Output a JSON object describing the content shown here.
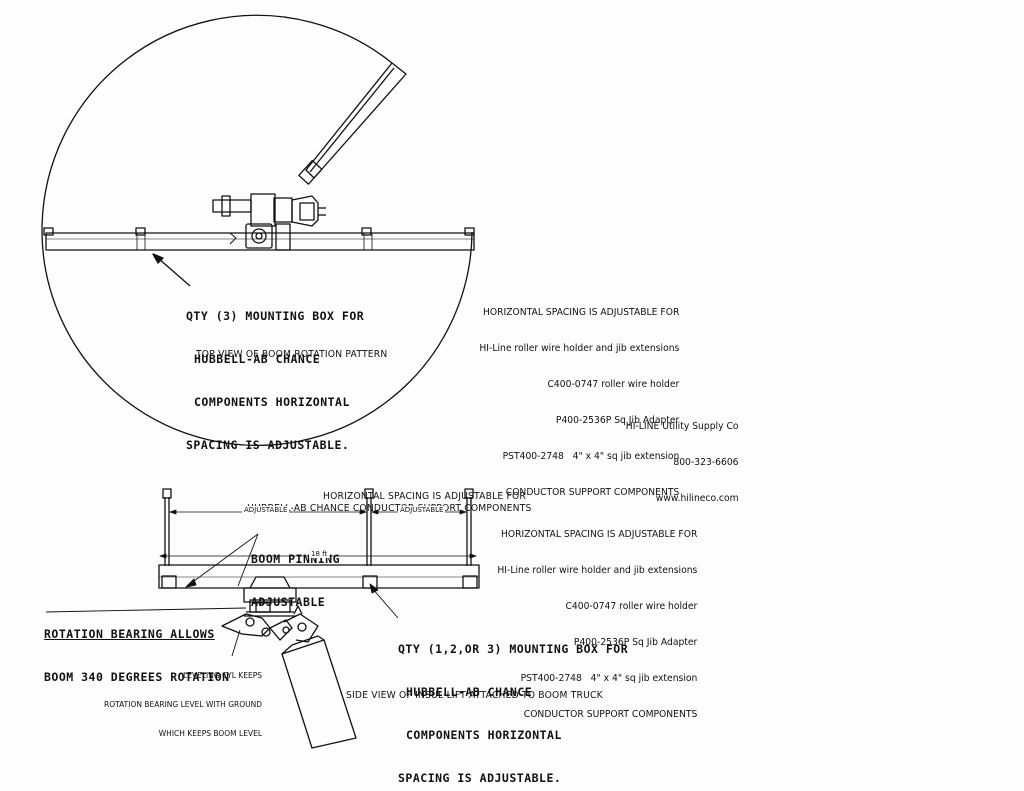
{
  "top_view": {
    "callout_lines": [
      "QTY (3) MOUNTING BOX FOR",
      "HUBBELL-AB CHANCE",
      "COMPONENTS HORIZONTAL",
      "SPACING IS ADJUSTABLE."
    ],
    "caption": "TOP VIEW OF BOOM ROTATION PATTERN"
  },
  "right_note_top": {
    "lines": [
      "HORIZONTAL SPACING IS ADJUSTABLE FOR",
      "HI-Line roller wire holder and jib extensions",
      "C400-0747 roller wire holder",
      "P400-2536P Sq Jib Adapter",
      "PST400-2748   4\" x 4\" sq jib extension",
      "CONDUCTOR SUPPORT COMPONENTS"
    ]
  },
  "company": {
    "lines": [
      "HI-LINE Utility Supply Co",
      "800-323-6606",
      "www.hilineco.com"
    ]
  },
  "side_view": {
    "top_note_lines": [
      "HORIZONTAL SPACING IS ADJUSTABLE FOR",
      "HUBBELL-AB CHANCE CONDUCTOR SUPPORT COMPONENTS"
    ],
    "adjustable_left": "ADJUSTABLE",
    "adjustable_right": "ADJUSTABLE",
    "boom_pinning_lines": [
      "BOOM PINNING",
      "ADJUSTABLE"
    ],
    "length_label": "18 ft",
    "rotation_lines": [
      "ROTATION BEARING ALLOWS",
      "BOOM 340 DEGREES ROTATION"
    ],
    "leveling_lines": [
      "LEVELING CYL KEEPS",
      "ROTATION BEARING LEVEL WITH GROUND",
      "WHICH KEEPS BOOM LEVEL"
    ],
    "mount_callout_lines": [
      "QTY (1,2,OR 3) MOUNTING BOX FOR",
      "HUBBELL-AB CHANCE",
      "COMPONENTS HORIZONTAL",
      "SPACING IS ADJUSTABLE."
    ],
    "caption": "SIDE VIEW OF INSUL-LIFT ATTACHED TO BOOM TRUCK"
  },
  "right_note_mid": {
    "lines": [
      "HORIZONTAL SPACING IS ADJUSTABLE FOR",
      "HI-Line roller wire holder and jib extensions",
      "C400-0747 roller wire holder",
      "P400-2536P Sq Jib Adapter",
      "PST400-2748   4\" x 4\" sq jib extension",
      "CONDUCTOR SUPPORT COMPONENTS"
    ]
  }
}
